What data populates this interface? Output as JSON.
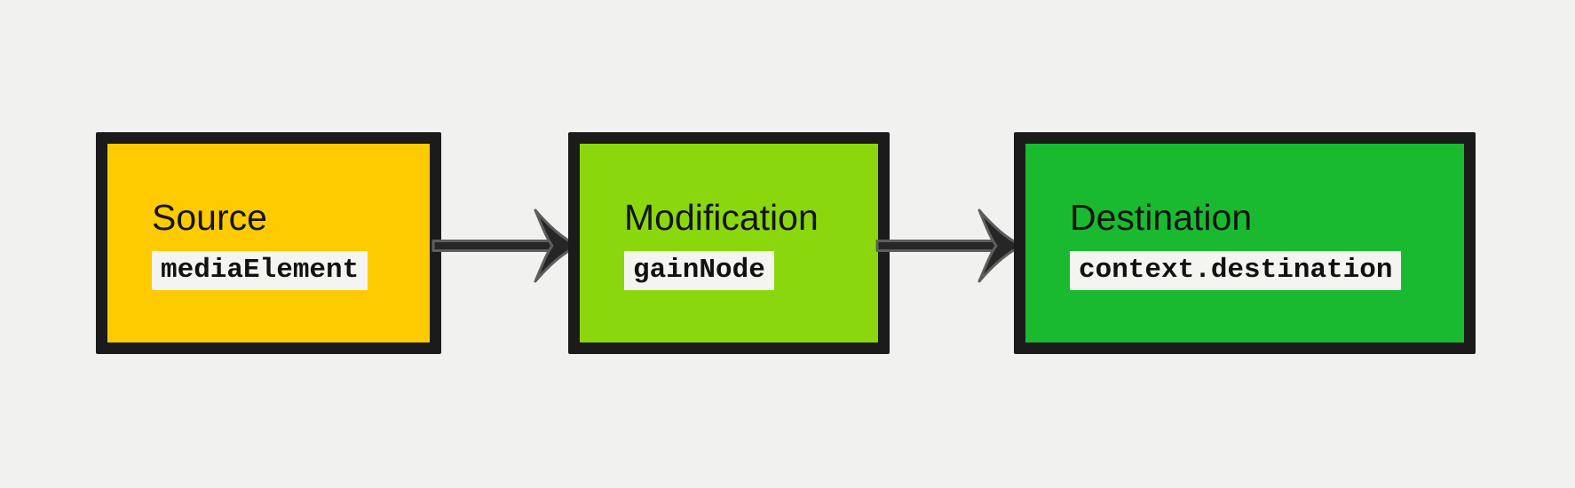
{
  "colors": {
    "bg": "#F1F1F0",
    "border": "#1B1B1B",
    "chip_bg": "#F4F4F1",
    "title_text": "#141414",
    "code_text": "#111111",
    "arrow_fill": "#262626",
    "arrow_stroke": "#5E5E5E",
    "node_source_fill": "#FECB01",
    "node_modification_fill": "#8BD70E",
    "node_destination_fill": "#1ABA30"
  },
  "diagram": {
    "nodes": [
      {
        "id": "source",
        "title": "Source",
        "code": "mediaElement"
      },
      {
        "id": "modification",
        "title": "Modification",
        "code": "gainNode"
      },
      {
        "id": "destination",
        "title": "Destination",
        "code": "context.destination"
      }
    ],
    "connectors": [
      {
        "from": "source",
        "to": "modification"
      },
      {
        "from": "modification",
        "to": "destination"
      }
    ]
  }
}
